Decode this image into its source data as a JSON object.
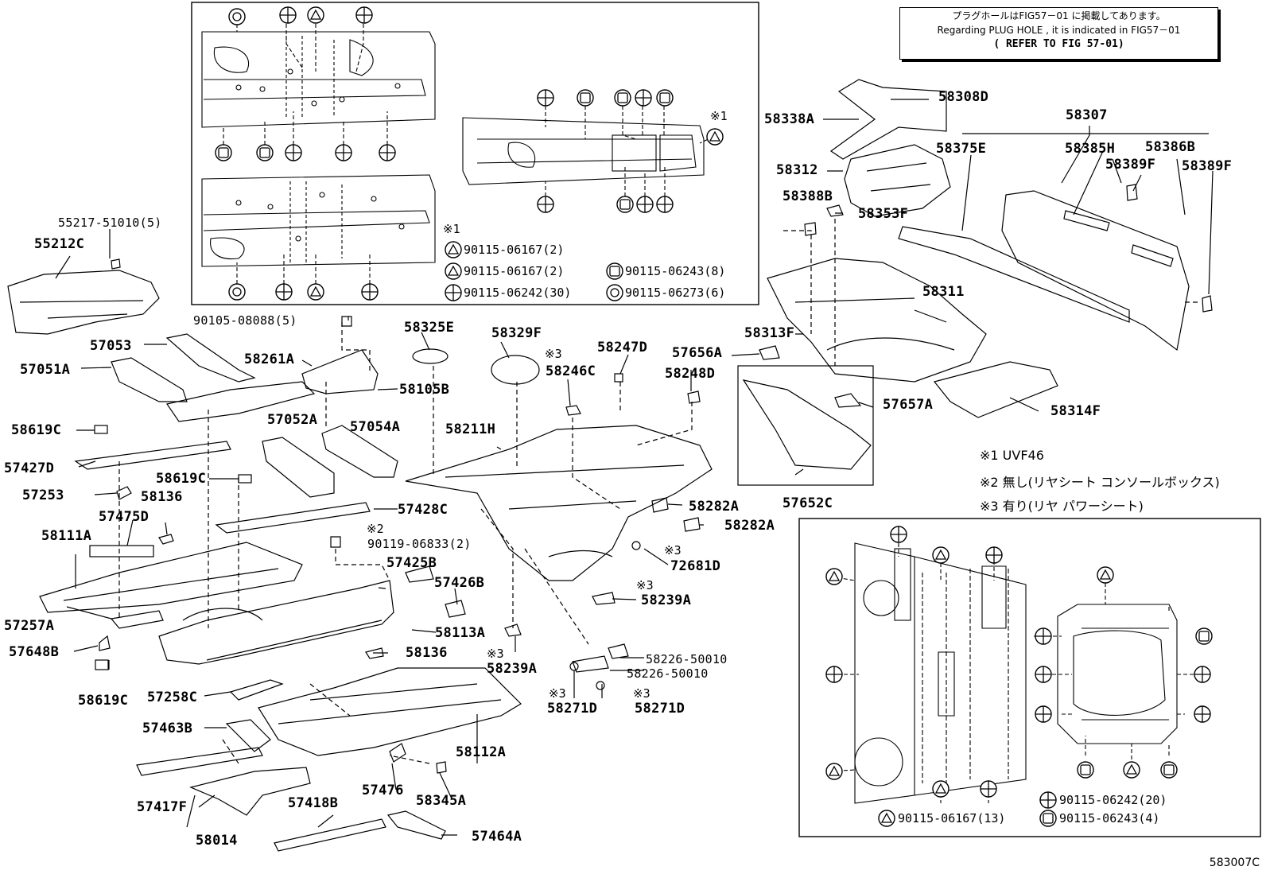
{
  "reference_note": {
    "line1": "プラグホールはFIG57－01 に掲載してあります。",
    "line2": "Regarding PLUG HOLE , it is indicated in FIG57－01",
    "line3": "( REFER TO FIG 57-01)"
  },
  "figure_id": "583007C",
  "footnotes": [
    "※1 UVF46",
    "※2 無し(リヤシート コンソールボックス)",
    "※3 有り(リヤ パワーシート)"
  ],
  "inset_top_legend": {
    "marker": "※1",
    "items": [
      "90115-06167(2)",
      "90115-06167(2)",
      "90115-06243(8)",
      "90115-06242(30)",
      "90115-06273(6)"
    ]
  },
  "inset_bottom_legend": {
    "items": [
      "90115-06242(20)",
      "90115-06167(13)",
      "90115-06243(4)"
    ]
  },
  "parts": {
    "p58308D": "58308D",
    "p58338A": "58338A",
    "p58307": "58307",
    "p58375E": "58375E",
    "p58385H": "58385H",
    "p58386B": "58386B",
    "p58389F_a": "58389F",
    "p58389F_b": "58389F",
    "p58312": "58312",
    "p58388B": "58388B",
    "p58353F": "58353F",
    "p58311": "58311",
    "p58313F": "58313F",
    "p57656A": "57656A",
    "p58248D": "58248D",
    "p57657A": "57657A",
    "p58314F": "58314F",
    "p57652C": "57652C",
    "p55217": "55217-51010(5)",
    "p55212C": "55212C",
    "p90105": "90105-08088(5)",
    "p58325E": "58325E",
    "p58329F": "58329F",
    "p58247D": "58247D",
    "p58246C": "58246C",
    "p57053": "57053",
    "p57051A": "57051A",
    "p58261A": "58261A",
    "p58105B": "58105B",
    "p58619C_a": "58619C",
    "p57052A": "57052A",
    "p57054A": "57054A",
    "p58211H": "58211H",
    "p57427D": "57427D",
    "p58619C_b": "58619C",
    "p57253": "57253",
    "p58136_a": "58136",
    "p57428C": "57428C",
    "p58282A_a": "58282A",
    "p58282A_b": "58282A",
    "p57475D": "57475D",
    "p58111A": "58111A",
    "p90119": "90119-06833(2)",
    "p72681D": "72681D",
    "p57425B": "57425B",
    "p57426B": "57426B",
    "p58239A_a": "58239A",
    "p57257A": "57257A",
    "p58113A": "58113A",
    "p57648B": "57648B",
    "p58136_b": "58136",
    "p58239A_b": "58239A",
    "p58226a": "58226-50010",
    "p58226b": "58226-50010",
    "p58619C_c": "58619C",
    "p57258C": "57258C",
    "p58271D_a": "58271D",
    "p58271D_b": "58271D",
    "p57463B": "57463B",
    "p58112A": "58112A",
    "p57417F": "57417F",
    "p57476": "57476",
    "p58345A": "58345A",
    "p57418B": "57418B",
    "p58014": "58014",
    "p57464A": "57464A"
  },
  "markers": {
    "m1": "※1",
    "m2": "※2",
    "m3a": "※3",
    "m3b": "※3",
    "m3c": "※3",
    "m3d": "※3",
    "m3e": "※3",
    "m3f": "※3"
  }
}
